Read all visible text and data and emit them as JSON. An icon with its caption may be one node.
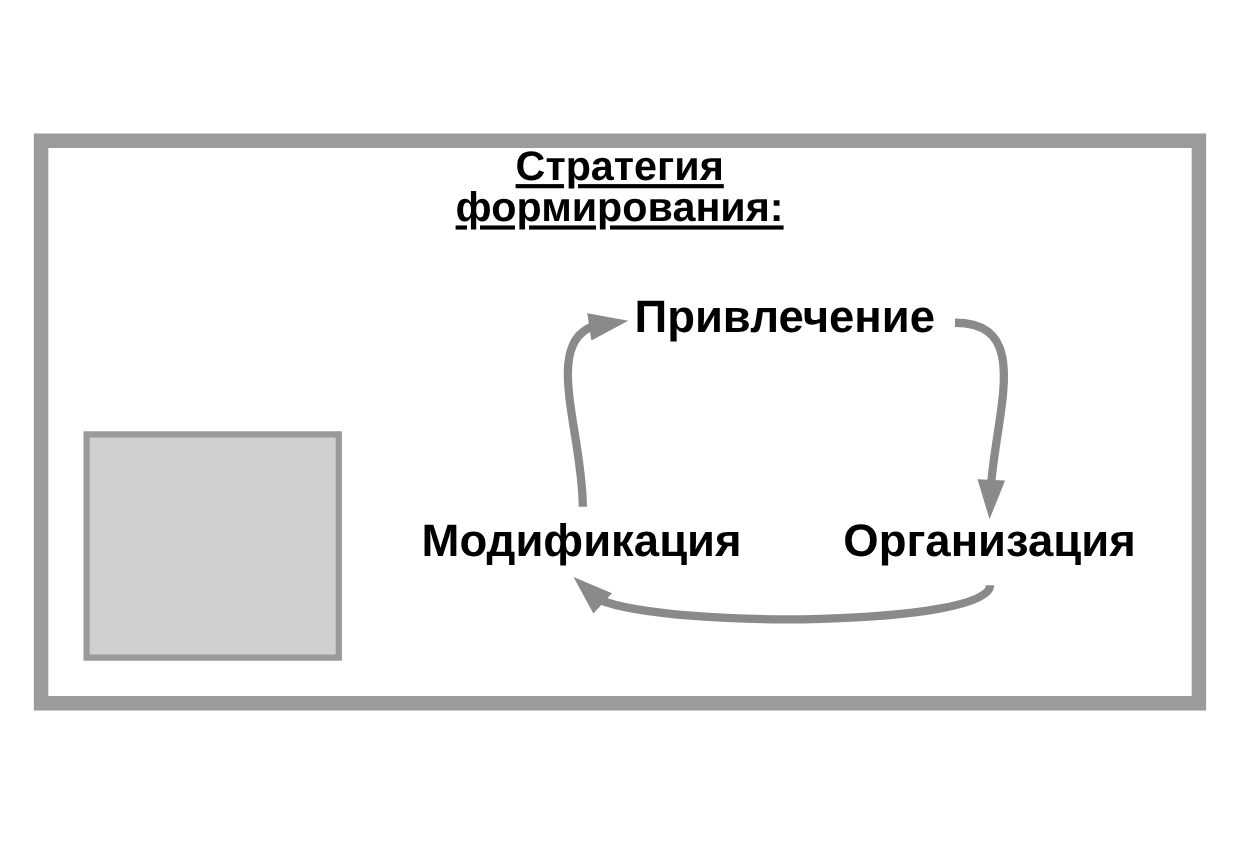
{
  "diagram": {
    "nodes": [
      {
        "text": [
          "Стратегия формирования:"
        ]
      },
      {
        "text": [
          "Привлечение"
        ],
        "in": 0
      },
      {
        "text": [
          "Организация"
        ],
        "in": 0
      },
      {
        "text": [
          "Модификация"
        ],
        "in": 0
      },
      {
        "text": [],
        "shape": "box",
        "in": 0
      }
    ],
    "edges": [
      {
        "from": 1,
        "to": 2,
        "arrow": "to"
      },
      {
        "from": 2,
        "to": 3,
        "arrow": "to"
      },
      {
        "from": 3,
        "to": 1,
        "arrow": "to"
      }
    ]
  }
}
